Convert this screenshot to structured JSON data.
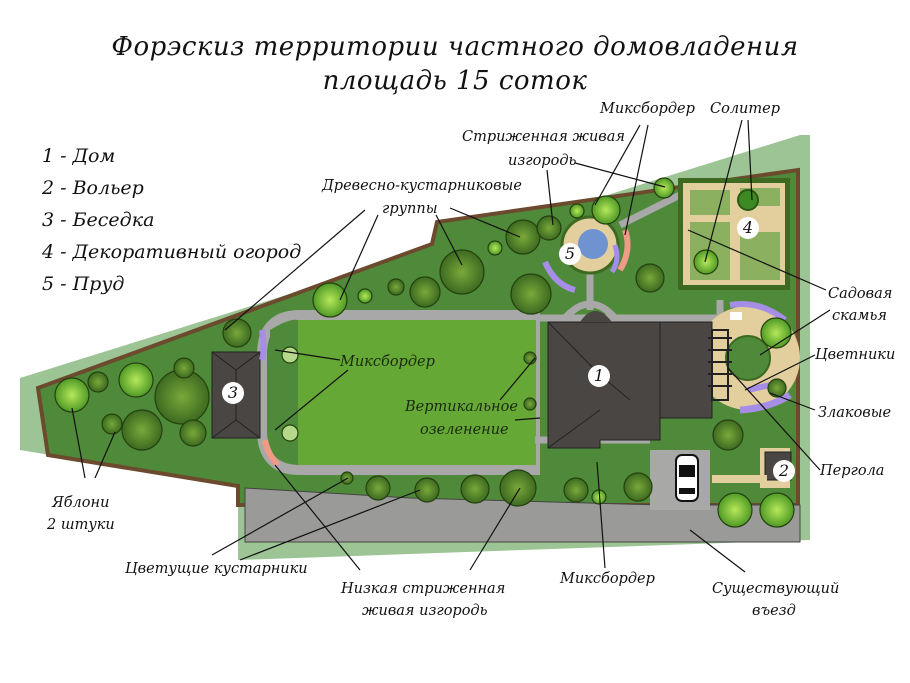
{
  "title": {
    "line1": "Форэскиз территории частного домовладения",
    "line2": "площадь 15 соток"
  },
  "legend": {
    "items": [
      {
        "number": "1",
        "label": "1 - Дом"
      },
      {
        "number": "2",
        "label": "2 - Вольер"
      },
      {
        "number": "3",
        "label": "3 - Беседка"
      },
      {
        "number": "4",
        "label": "4 - Декоративный огород"
      },
      {
        "number": "5",
        "label": "5 - Пруд"
      }
    ]
  },
  "badges": {
    "house": "1",
    "aviary": "2",
    "gazebo": "3",
    "garden": "4",
    "pond": "5"
  },
  "labels": {
    "mixborder_top": "Миксбордер",
    "solitaire": "Солитер",
    "clipped_hedge_line1": "Стриженная живая",
    "clipped_hedge_line2": "изгородь",
    "tree_shrub_groups_line1": "Древесно-кустарниковые",
    "tree_shrub_groups_line2": "группы",
    "garden_bench_line1": "Садовая",
    "garden_bench_line2": "скамья",
    "flowerbeds": "Цветники",
    "grasses": "Злаковые",
    "pergola": "Пергола",
    "mixborder_lawn": "Миксбордер",
    "vertical_greening_line1": "Вертикальное",
    "vertical_greening_line2": "озеленение",
    "apple_trees_line1": "Яблони",
    "apple_trees_line2": "2 штуки",
    "flowering_shrubs": "Цветущие кустарники",
    "low_hedge_line1": "Низкая стриженная",
    "low_hedge_line2": "живая изгородь",
    "mixborder_bottom": "Миксбордер",
    "existing_entrance_line1": "Существующий",
    "existing_entrance_line2": "въезд"
  },
  "colors": {
    "outer_buffer": "#9cc495",
    "fence": "#6b4a2e",
    "plot_grass": "#4f8a3a",
    "lawn": "#66a835",
    "path": "#a8a8a8",
    "sand": "#e2cf9d",
    "roof": "#4a4644",
    "pavement": "#9a9a98",
    "water": "#6f93d0",
    "tree_dark": "#3f6e22",
    "tree_light": "#7dc43a",
    "flower_purple": "#a68de6",
    "flower_pink": "#ef9b86"
  }
}
